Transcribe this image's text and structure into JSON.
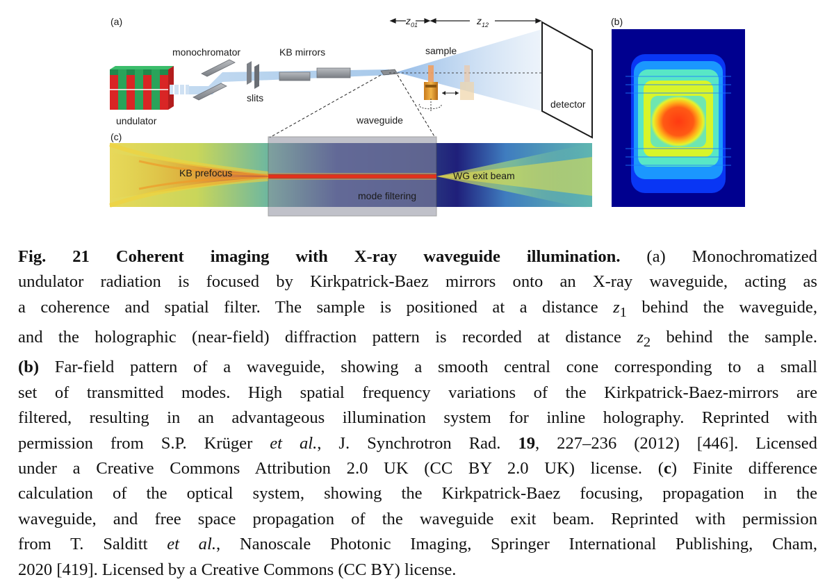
{
  "figure": {
    "panel_a_label": "(a)",
    "panel_b_label": "(b)",
    "panel_c_label": "(c)",
    "labels": {
      "monochromator": "monochromator",
      "kb_mirrors": "KB mirrors",
      "sample": "sample",
      "slits": "slits",
      "undulator": "undulator",
      "waveguide": "waveguide",
      "detector": "detector",
      "z01_main": "z",
      "z01_sub": "01",
      "z12_main": "z",
      "z12_sub": "12",
      "kb_prefocus": "KB prefocus",
      "wg_exit_beam": "WG exit beam",
      "mode_filtering": "mode filtering"
    }
  },
  "caption": {
    "fig_label": "Fig. 21",
    "title": "Coherent imaging with X-ray waveguide illumination.",
    "line1_rest": " (a) Monochromatized",
    "line2": "undulator radiation is focused by Kirkpatrick-Baez mirrors onto an X-ray waveguide, acting as",
    "line3_a": "a coherence and spatial filter. The sample is positioned at a distance ",
    "line3_var": "z",
    "line3_sub": "1",
    "line3_b": " behind the waveguide,",
    "line4_a": "and the holographic (near-field) diffraction pattern is recorded at distance ",
    "line4_var": "z",
    "line4_sub": "2",
    "line4_b": " behind the sample.",
    "line5_b": "(b)",
    "line5_rest": " Far-field pattern of a waveguide, showing a smooth central cone corresponding to a small",
    "line6": "set of transmitted modes. High spatial frequency variations of the Kirkpatrick-Baez-mirrors are",
    "line7": "filtered, resulting in an advantageous illumination system for inline holography. Reprinted with",
    "line8_a": "permission from S.P. Krüger ",
    "line8_etal": "et al.",
    "line8_b": ", J. Synchrotron Rad. ",
    "line8_vol": "19",
    "line8_c": ", 227–236 (2012) [446]. Licensed",
    "line9_a": "under a Creative Commons Attribution 2.0 UK (CC BY 2.0 UK) license. (",
    "line9_c": "c",
    "line9_b": ") Finite difference",
    "line10": "calculation of the optical system, showing the Kirkpatrick-Baez focusing, propagation in the",
    "line11": "waveguide, and free space propagation of the waveguide exit beam. Reprinted with permission",
    "line12_a": "from T. Salditt ",
    "line12_etal": "et al.",
    "line12_b": ", Nanoscale Photonic Imaging, Springer International Publishing, Cham,",
    "line13": "2020 [419]. Licensed by a Creative Commons (CC BY) license."
  }
}
